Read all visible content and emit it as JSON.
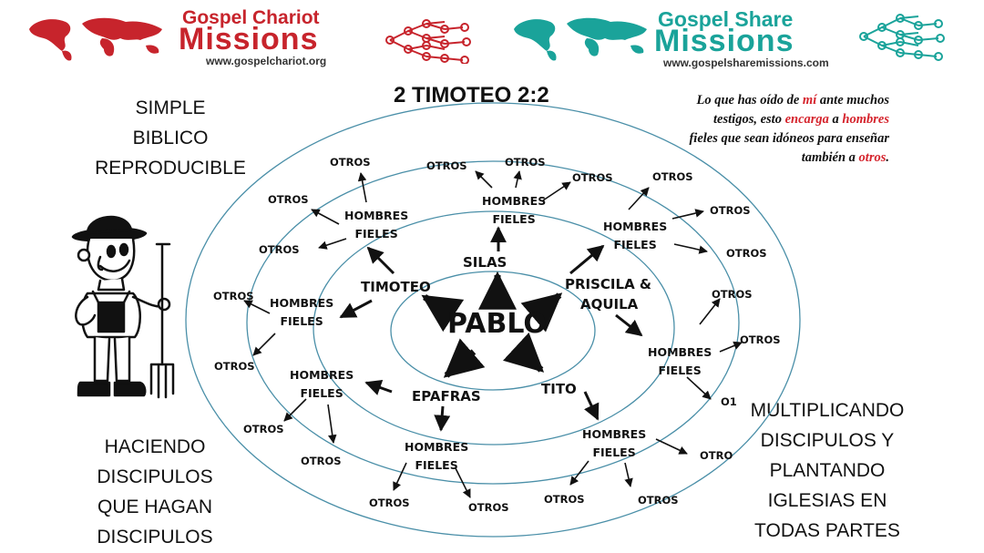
{
  "logos": {
    "left": {
      "line1": "Gospel Chariot",
      "line2": "Missions",
      "url": "www.gospelchariot.org",
      "color": "#c7242c"
    },
    "right": {
      "line1": "Gospel Share",
      "line2": "Missions",
      "url": "www.gospelsharemissions.com",
      "color": "#1aa39a"
    }
  },
  "title": "2 TIMOTEO 2:2",
  "verse": {
    "lines": [
      [
        {
          "t": "Lo que has oído de "
        },
        {
          "t": "mí",
          "hl": true
        },
        {
          "t": " ante muchos"
        }
      ],
      [
        {
          "t": "testigos, esto "
        },
        {
          "t": "encarga",
          "hl": true
        },
        {
          "t": " a "
        },
        {
          "t": "hombres",
          "hl": true
        }
      ],
      [
        {
          "t": "fieles que sean idóneos para enseñar"
        }
      ],
      [
        {
          "t": "también a "
        },
        {
          "t": "otros",
          "hl": true
        },
        {
          "t": "."
        }
      ]
    ],
    "highlight_color": "#d5232c"
  },
  "left_top_text": [
    "SIMPLE",
    "BIBLICO",
    "REPRODUCIBLE"
  ],
  "left_bottom_text": [
    "HACIENDO",
    "DISCIPULOS",
    "QUE HAGAN",
    "DISCIPULOS"
  ],
  "right_bottom_text": [
    "MULTIPLICANDO",
    "DISCIPULOS Y",
    "PLANTANDO",
    "IGLESIAS EN",
    "TODAS PARTES"
  ],
  "center": "PABLO",
  "disciples": [
    "SILAS",
    "TIMOTEO",
    "PRISCILA &",
    "AQUILA",
    "EPAFRAS",
    "TITO"
  ],
  "faithful_men": [
    "HOMBRES",
    "FIELES"
  ],
  "others": [
    "OTROS",
    "O1",
    "OTRO"
  ],
  "figure": {
    "icon": "farmer-with-pitchfork-icon"
  },
  "ring_color": "#4a8fa8"
}
